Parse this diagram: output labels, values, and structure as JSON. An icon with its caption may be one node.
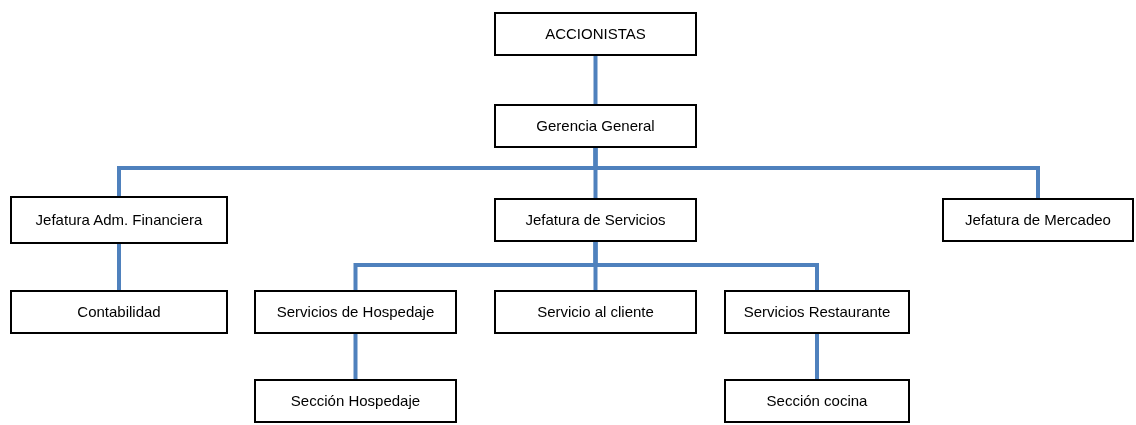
{
  "diagram": {
    "nodes": [
      {
        "text": [
          "ACCIONISTAS"
        ]
      },
      {
        "text": [
          "Gerencia General"
        ]
      },
      {
        "text": [
          "Jefatura Adm. Financiera"
        ]
      },
      {
        "text": [
          "Jefatura de Servicios"
        ]
      },
      {
        "text": [
          "Jefatura de Mercadeo"
        ]
      },
      {
        "text": [
          "Contabilidad"
        ]
      },
      {
        "text": [
          "Servicios de Hospedaje"
        ]
      },
      {
        "text": [
          "Servicio al cliente"
        ]
      },
      {
        "text": [
          "Servicios Restaurante"
        ]
      },
      {
        "text": [
          "Sección Hospedaje"
        ]
      },
      {
        "text": [
          "Sección cocina"
        ]
      }
    ],
    "edges": [
      {
        "from": 0,
        "to": 1,
        "arrow": "none"
      },
      {
        "from": 1,
        "to": 2,
        "arrow": "none"
      },
      {
        "from": 1,
        "to": 3,
        "arrow": "none"
      },
      {
        "from": 1,
        "to": 4,
        "arrow": "none"
      },
      {
        "from": 2,
        "to": 5,
        "arrow": "none"
      },
      {
        "from": 3,
        "to": 6,
        "arrow": "none"
      },
      {
        "from": 3,
        "to": 7,
        "arrow": "none"
      },
      {
        "from": 3,
        "to": 8,
        "arrow": "none"
      },
      {
        "from": 6,
        "to": 9,
        "arrow": "none"
      },
      {
        "from": 8,
        "to": 10,
        "arrow": "none"
      }
    ]
  }
}
